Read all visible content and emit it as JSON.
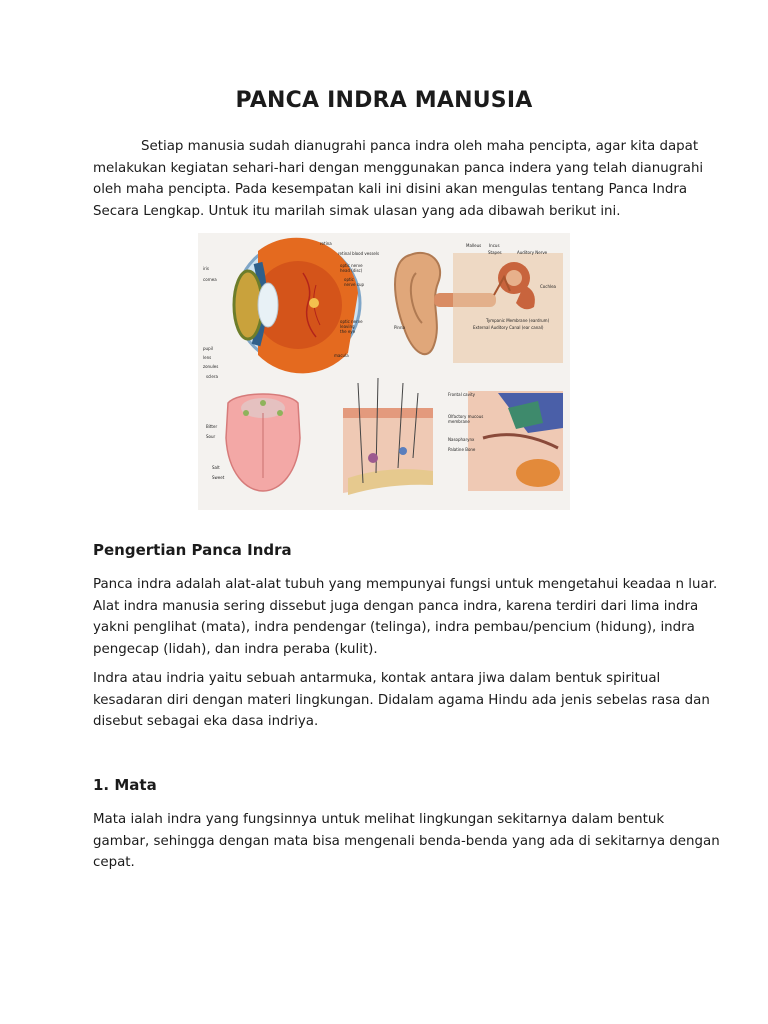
{
  "document": {
    "title": "PANCA INDRA MANUSIA",
    "intro_lines": [
      "Setiap manusia sudah dianugrahi panca indra oleh maha pencipta, agar kita dapat",
      "melakukan kegiatan sehari-hari dengan menggunakan panca indera yang telah dianugrahi",
      "oleh maha pencipta. Pada kesempatan kali ini disini akan mengulas tentang Panca Indra",
      "Secara Lengkap. Untuk itu marilah simak ulasan yang ada dibawah berikut ini."
    ],
    "section1": {
      "heading": "Pengertian Panca Indra",
      "para1_lines": [
        "Panca indra adalah alat-alat tubuh yang mempunyai fungsi untuk mengetahui keadaa n luar.",
        "Alat indra manusia sering dissebut juga dengan panca indra, karena terdiri dari lima indra",
        "yakni penglihat (mata), indra pendengar (telinga), indra pembau/pencium (hidung), indra",
        "pengecap (lidah), dan indra peraba (kulit)."
      ],
      "para2_lines": [
        "Indra atau indria yaitu sebuah antarmuka, kontak antara jiwa dalam bentuk spiritual",
        "kesadaran diri dengan materi lingkungan. Didalam agama Hindu ada jenis sebelas rasa dan",
        "disebut sebagai eka dasa indriya."
      ]
    },
    "section2": {
      "heading": "1. Mata",
      "para_lines": [
        "Mata ialah indra yang fungsinnya untuk melihat lingkungan sekitarnya dalam bentuk",
        "gambar, sehingga dengan mata bisa mengenali benda-benda yang ada di sekitarnya dengan",
        "cepat."
      ]
    },
    "figure": {
      "eye_labels": [
        "retina",
        "retinal blood vessels",
        "optic nerve head (disc)",
        "optic nerve cup",
        "optic nerve leaving the eye",
        "iris",
        "cornea",
        "pupil",
        "lens",
        "zonules",
        "sclera",
        "macula"
      ],
      "ear_labels": [
        "Malleus",
        "Incus",
        "Stapes",
        "Auditory Nerve",
        "Cochlea",
        "Pinna",
        "Tympanic Membrane (eardrum)",
        "External Auditory Canal (ear canal)"
      ],
      "nose_labels": [
        "Frontal cavity",
        "Olfactory mucous membrane",
        "Nasopharynx",
        "Palatine Bone"
      ]
    }
  }
}
